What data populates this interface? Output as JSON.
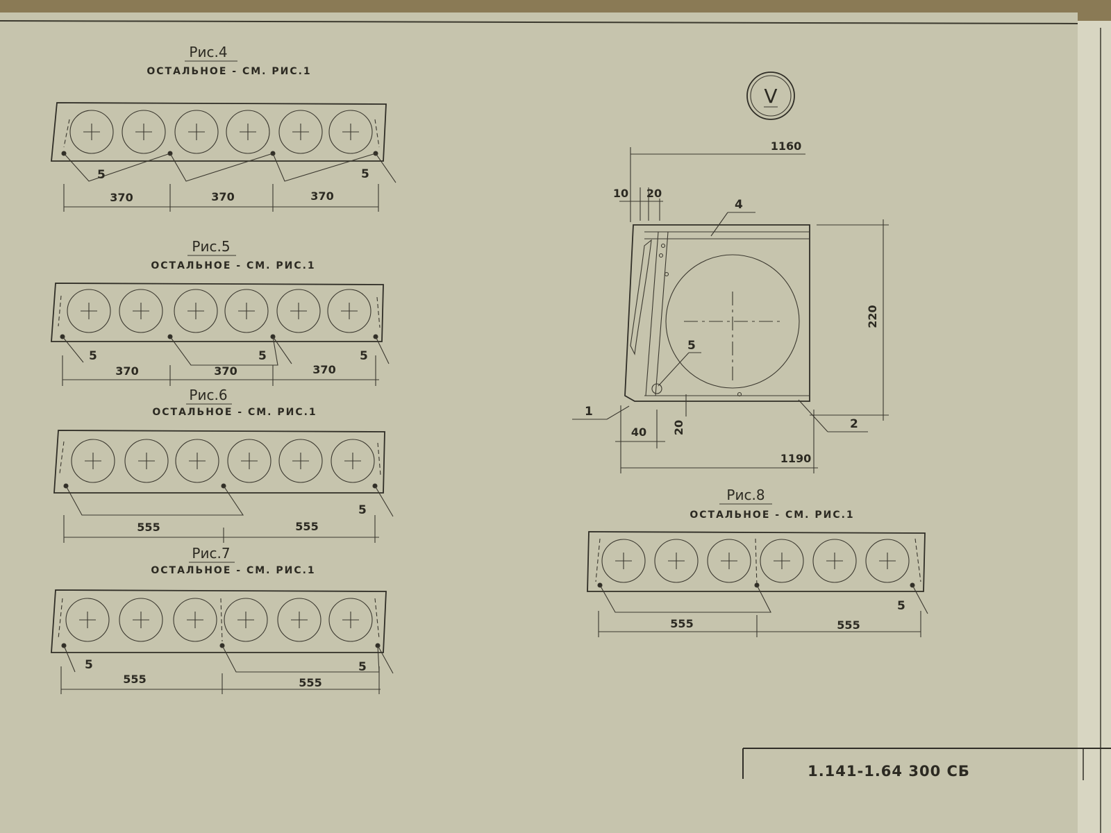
{
  "figures": {
    "fig4": {
      "title": "Рис.4",
      "subtitle": "ОСТАЛЬНОЕ - СМ. РИС.1",
      "marks": [
        "5",
        "5"
      ],
      "dims": [
        "370",
        "370",
        "370"
      ]
    },
    "fig5": {
      "title": "Рис.5",
      "subtitle": "ОСТАЛЬНОЕ - СМ. РИС.1",
      "marks": [
        "5",
        "5",
        "5"
      ],
      "dims": [
        "370",
        "370",
        "370"
      ]
    },
    "fig6": {
      "title": "Рис.6",
      "subtitle": "ОСТАЛЬНОЕ - СМ. РИС.1",
      "marks": [
        "5"
      ],
      "dims": [
        "555",
        "555"
      ]
    },
    "fig7": {
      "title": "Рис.7",
      "subtitle": "ОСТАЛЬНОЕ - СМ. РИС.1",
      "marks": [
        "5",
        "5"
      ],
      "dims": [
        "555",
        "555"
      ]
    },
    "fig8": {
      "title": "Рис.8",
      "subtitle": "ОСТАЛЬНОЕ - СМ. РИС.1",
      "marks": [
        "5"
      ],
      "dims": [
        "555",
        "555"
      ]
    }
  },
  "section_v": {
    "label": "V",
    "dims": {
      "top": "1160",
      "left_a": "10",
      "left_b": "20",
      "height": "220",
      "bottom": "1190",
      "bottom_left": "40",
      "bottom_gap": "20"
    },
    "callouts": {
      "c1": "1",
      "c2": "2",
      "c4": "4",
      "c5": "5"
    }
  },
  "title_block": {
    "code": "1.141-1.64 300 СБ"
  }
}
